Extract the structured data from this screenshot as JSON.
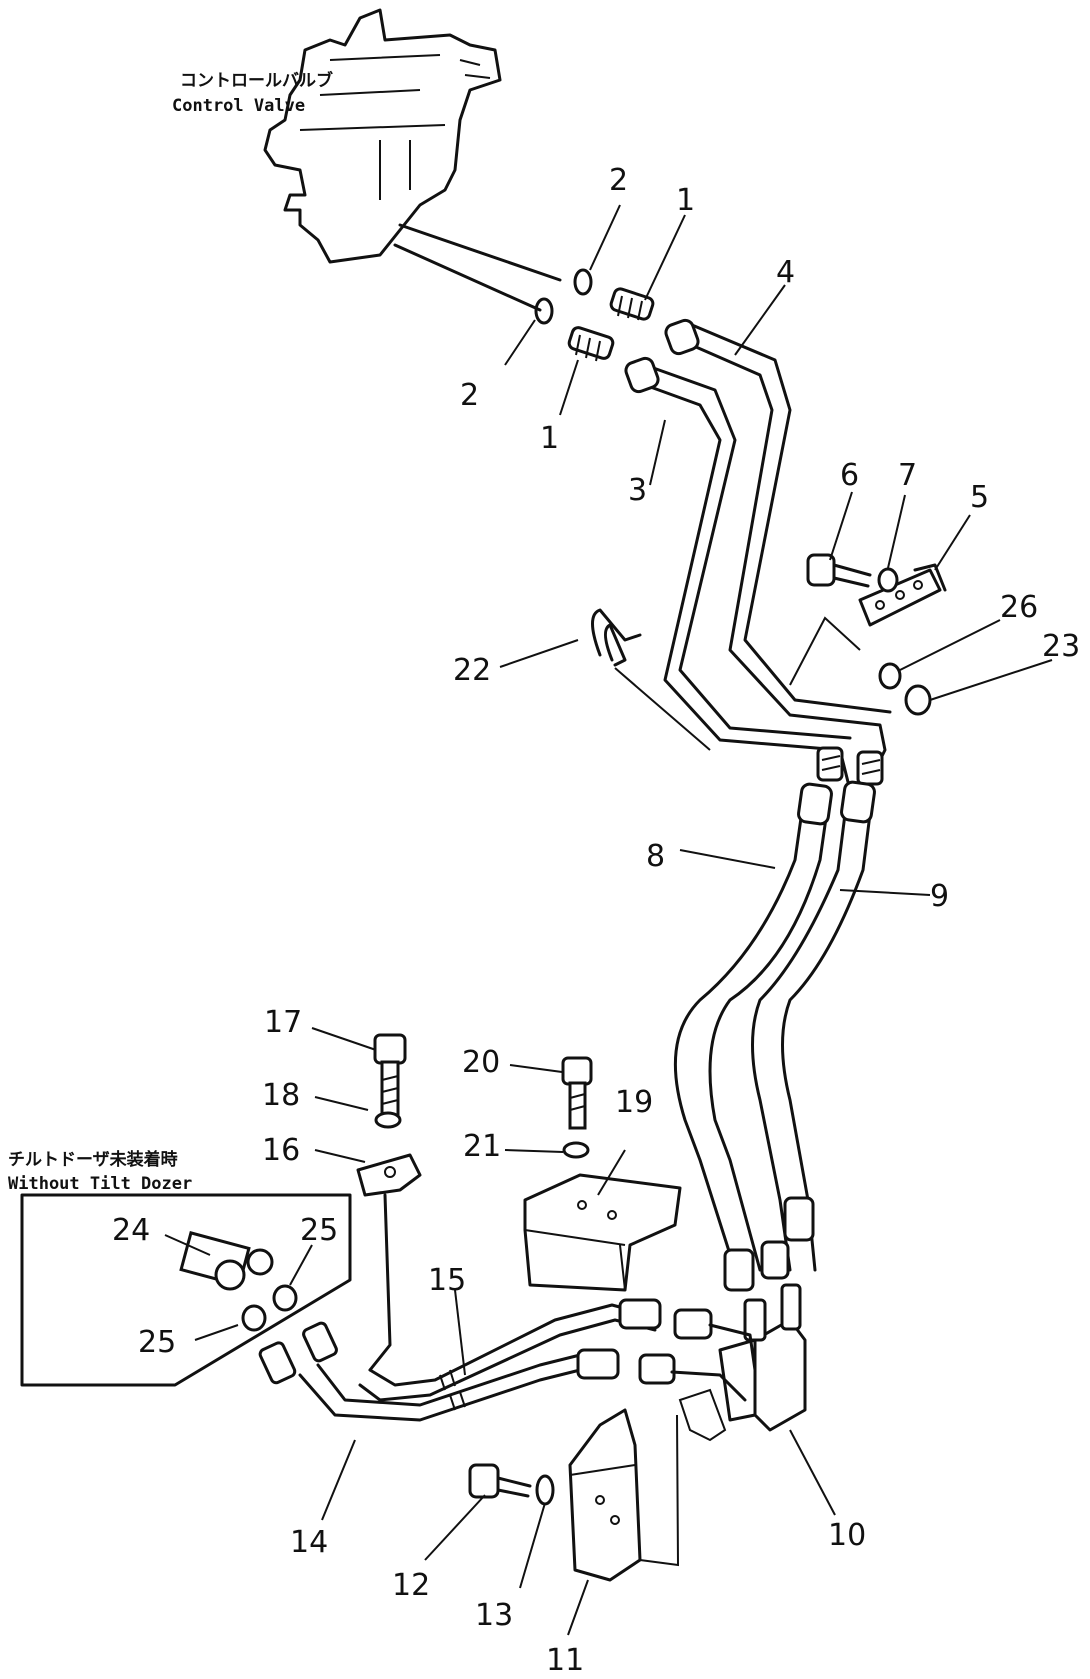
{
  "captions": {
    "control_valve_jp": "コントロールバルブ",
    "control_valve_en": "Control Valve",
    "without_tilt_jp": "チルトドーザ未装着時",
    "without_tilt_en": "Without Tilt Dozer"
  },
  "callouts": [
    "2",
    "1",
    "4",
    "2",
    "1",
    "3",
    "6",
    "7",
    "5",
    "26",
    "23",
    "22",
    "8",
    "9",
    "17",
    "20",
    "19",
    "18",
    "21",
    "16",
    "24",
    "25",
    "25",
    "15",
    "14",
    "12",
    "13",
    "11",
    "10"
  ]
}
